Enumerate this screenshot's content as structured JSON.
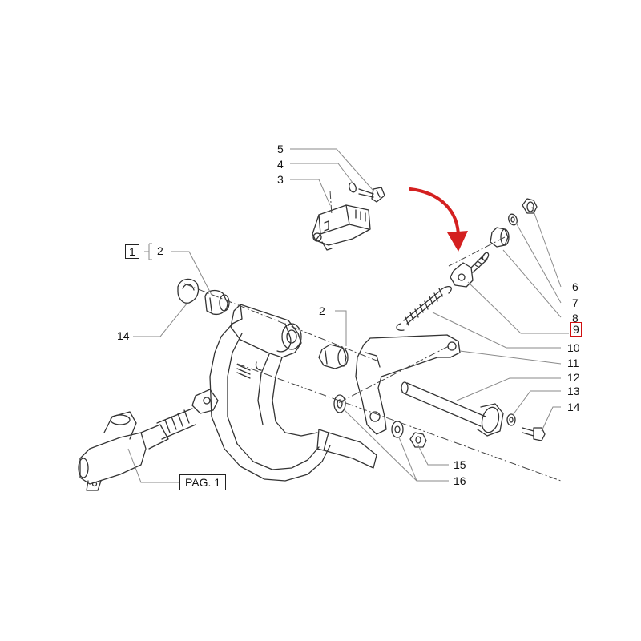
{
  "labels": {
    "l1": "1",
    "l2a": "2",
    "l2b": "2",
    "l3": "3",
    "l4": "4",
    "l5": "5",
    "l6": "6",
    "l7": "7",
    "l8": "8",
    "l9": "9",
    "l10": "10",
    "l11": "11",
    "l12": "12",
    "l13": "13",
    "l14a": "14",
    "l14b": "14",
    "l15": "15",
    "l16": "16",
    "pag": "PAG. 1"
  },
  "colors": {
    "line": "#333333",
    "leader": "#8a8a8a",
    "arrow": "#d42020",
    "highlight": "#d01010"
  },
  "highlighted_label": "9"
}
